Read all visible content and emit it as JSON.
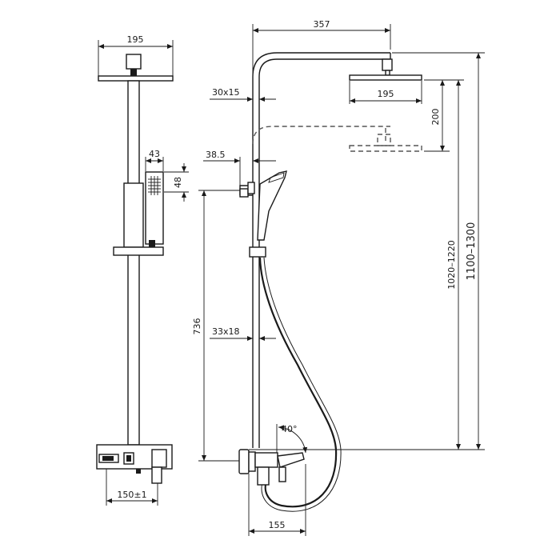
{
  "dimensions": {
    "front_head_width": "195",
    "handshower_width": "43",
    "handshower_height": "48",
    "mixer_spacing": "150±1",
    "arm_length": "357",
    "arm_tube": "30x15",
    "side_head_width": "195",
    "height_adjust": "200",
    "holder_offset": "38.5",
    "slide_height": "736",
    "rail_tube": "33x18",
    "height_range_a": "1020–1220",
    "height_range_b": "1100–1300",
    "lever_angle": "40°",
    "mixer_depth": "155"
  }
}
